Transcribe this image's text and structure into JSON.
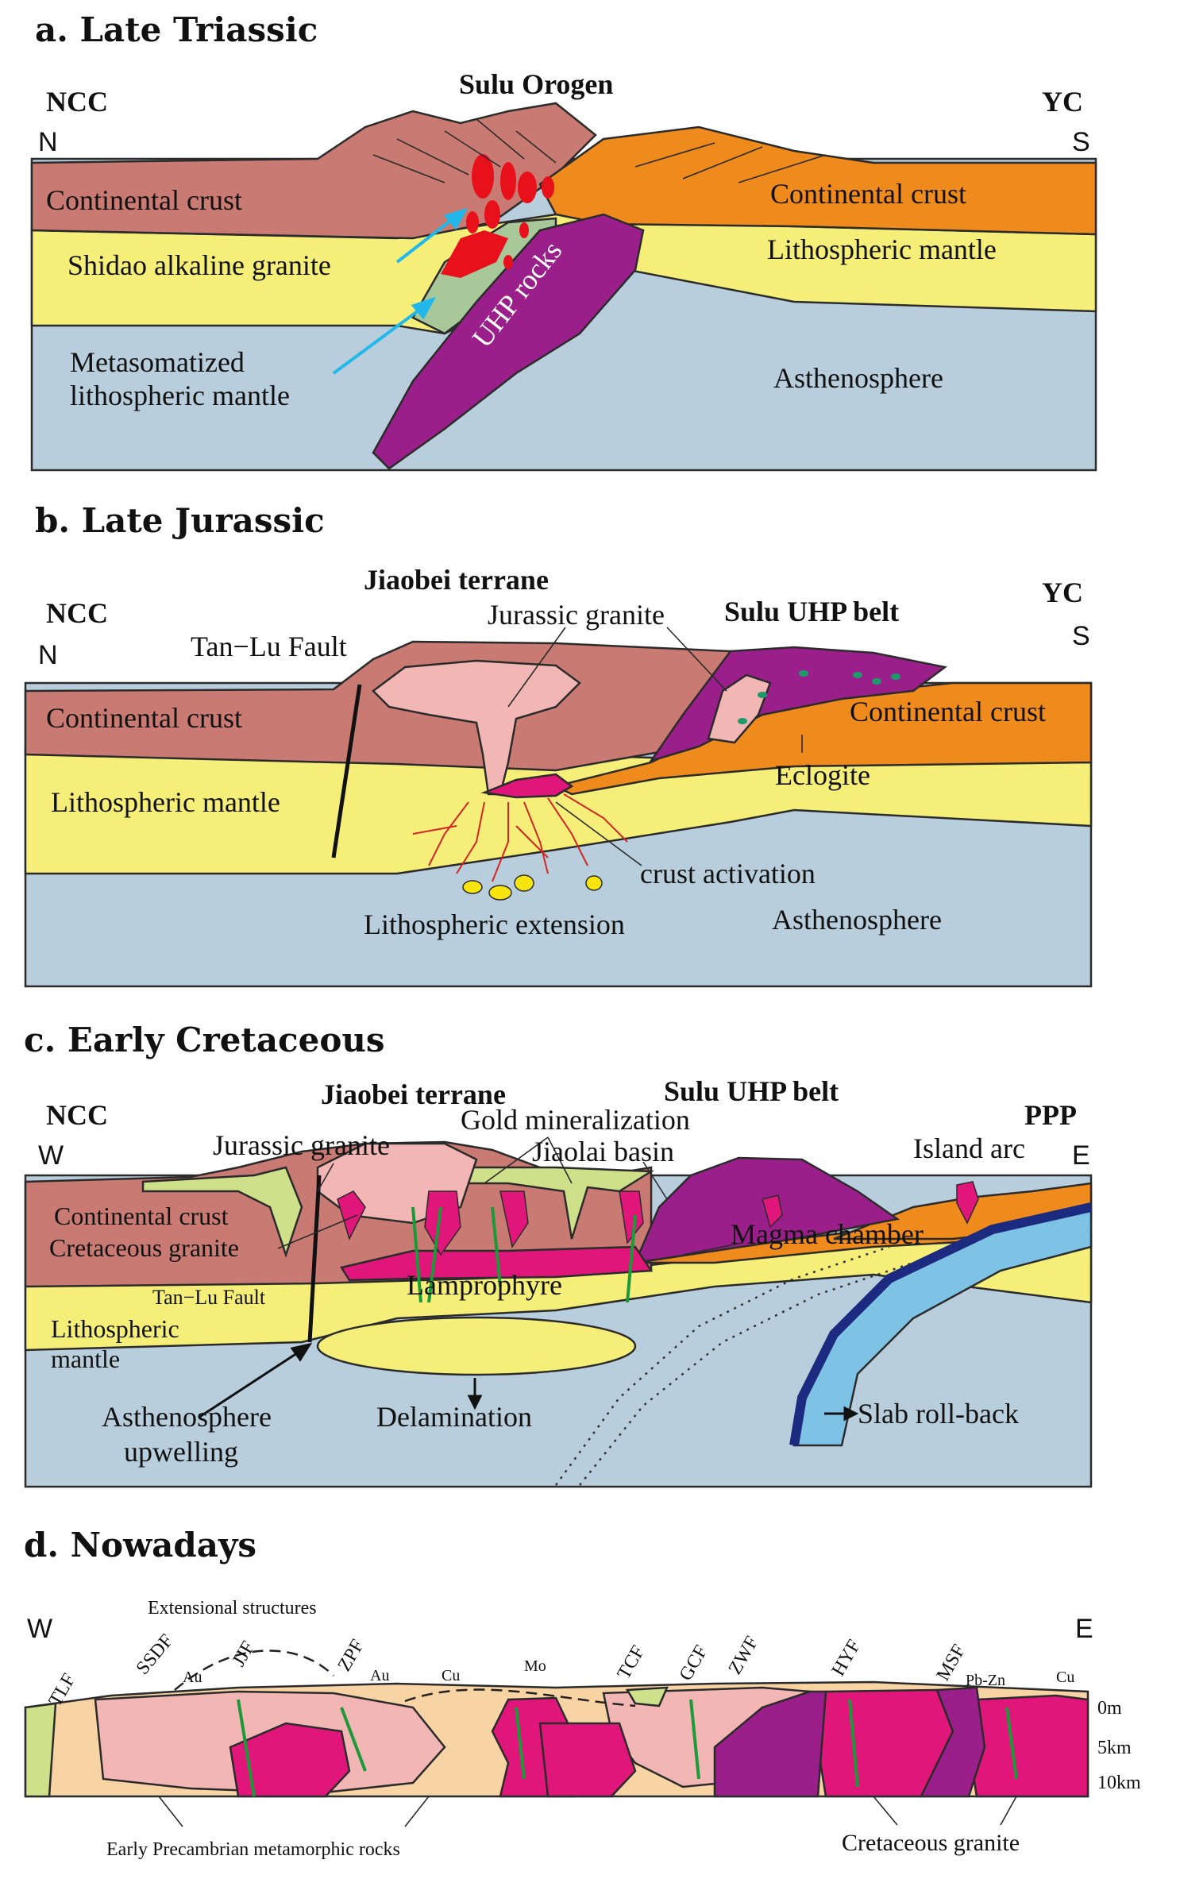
{
  "panels": {
    "a": {
      "title": "a.  Late Triassic",
      "orogen": "Sulu Orogen",
      "left_block": "NCC",
      "left_dir": "N",
      "right_block": "YC",
      "right_dir": "S",
      "continental_crust_left": "Continental crust",
      "continental_crust_right": "Continental crust",
      "shidao_granite": "Shidao alkaline granite",
      "lithospheric_mantle": "Lithospheric mantle",
      "metasomatized_line1": "Metasomatized",
      "metasomatized_line2": "lithospheric mantle",
      "uhp_rocks": "UHP rocks",
      "asthenosphere": "Asthenosphere"
    },
    "b": {
      "title": "b. Late Jurassic",
      "terrane": "Jiaobei terrane",
      "uhp_belt": "Sulu UHP belt",
      "left_block": "NCC",
      "left_dir": "N",
      "right_block": "YC",
      "right_dir": "S",
      "tanlu": "Tan−Lu Fault",
      "jurassic_granite": "Jurassic granite",
      "continental_crust_left": "Continental crust",
      "continental_crust_right": "Continental crust",
      "lithospheric_mantle": "Lithospheric mantle",
      "eclogite": "Eclogite",
      "crust_activation": "crust activation",
      "lithospheric_extension": "Lithospheric extension",
      "asthenosphere": "Asthenosphere"
    },
    "c": {
      "title": "c. Early Cretaceous",
      "terrane": "Jiaobei terrane",
      "uhp_belt": "Sulu UHP belt",
      "left_block": "NCC",
      "left_dir": "W",
      "right_block": "PPP",
      "right_dir": "E",
      "gold": "Gold mineralization",
      "jurassic_granite": "Jurassic granite",
      "jiaolai_basin": "Jiaolai basin",
      "island_arc": "Island arc",
      "continental_crust": "Continental crust",
      "cretaceous_granite": "Cretaceous granite",
      "magma_chamber": "Magma chamber",
      "lamprophyre": "Lamprophyre",
      "tanlu": "Tan−Lu Fault",
      "lith_mantle_line1": "Lithospheric",
      "lith_mantle_line2": "mantle",
      "asth_line1": "Asthenosphere",
      "asth_line2": "upwelling",
      "delamination": "Delamination",
      "slab_rollback": "Slab roll-back"
    },
    "d": {
      "title": "d. Nowadays",
      "left_dir": "W",
      "right_dir": "E",
      "extensional": "Extensional structures",
      "faults": [
        "TLF",
        "SSDF",
        "JJF",
        "ZPF",
        "TCF",
        "GCF",
        "ZWF",
        "HYF",
        "MSF"
      ],
      "minerals": [
        "Au",
        "Au",
        "Cu",
        "Mo",
        "Pb-Zn",
        "Cu"
      ],
      "depth_labels": [
        "0m",
        "5km",
        "10km"
      ],
      "precambrian": "Early Precambrian metamorphic rocks",
      "cretaceous_granite": "Cretaceous granite"
    }
  },
  "colors": {
    "crust": "#c97a72",
    "mantle": "#f5ef7a",
    "asthenosphere": "#b9cedc",
    "yc_crust": "#ef8a1c",
    "uhp": "#9a1f8a",
    "metasomatized": "#a8c89a",
    "granite_red": "#e8101a",
    "jurassic_granite": "#f2b7b5",
    "magma": "#e0167a",
    "basin": "#cfe08a",
    "slab_blue": "#7ec3e6",
    "slab_edge": "#1c2a80",
    "precambrian": "#f8d3a4"
  }
}
